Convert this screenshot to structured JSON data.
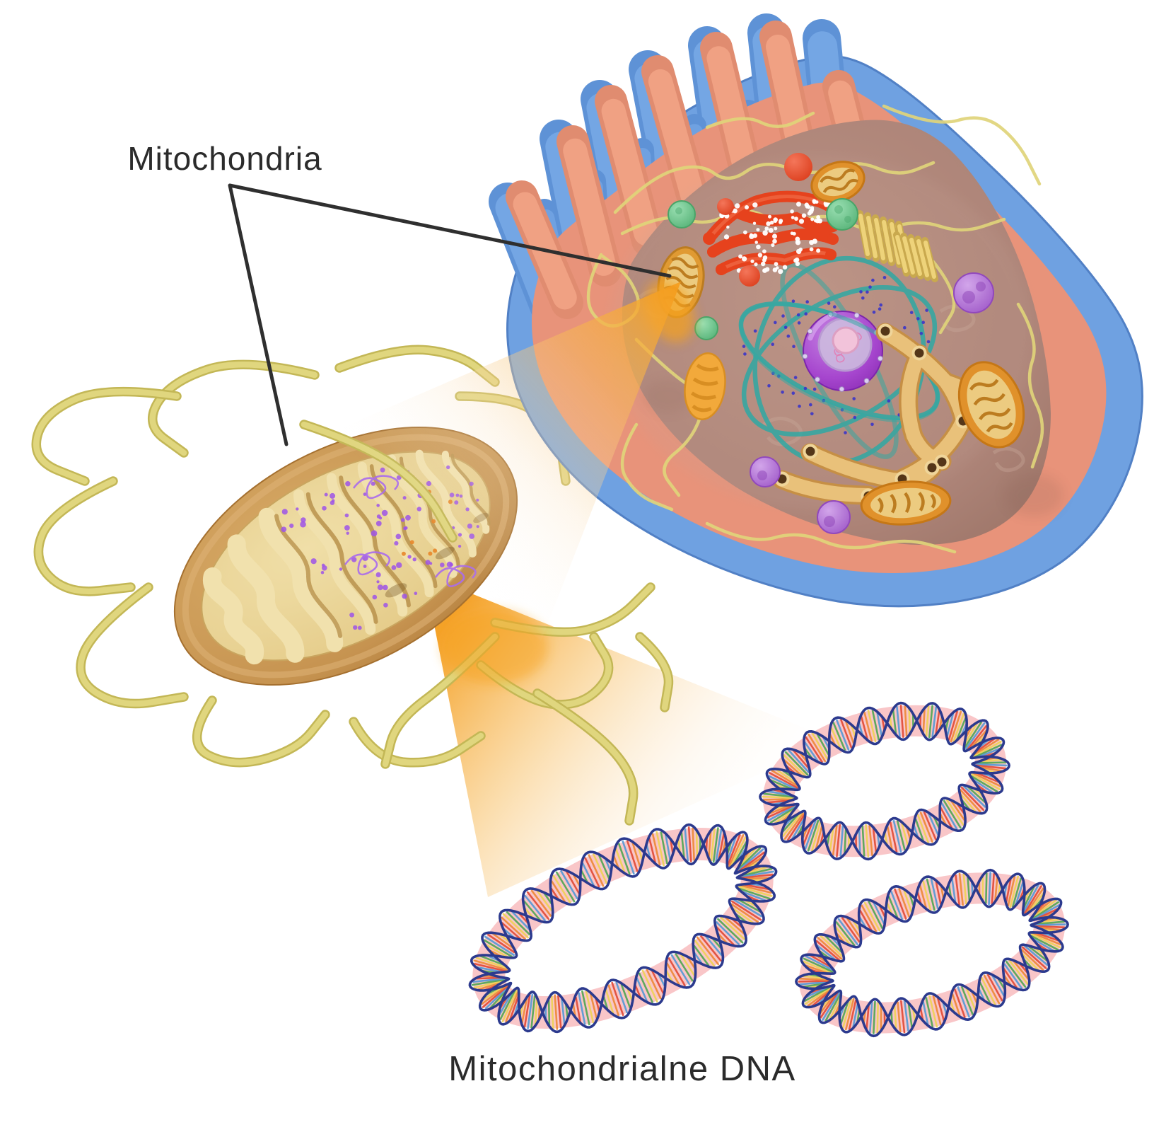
{
  "diagram": {
    "type": "biology-illustration",
    "labels": {
      "mitochondria": "Mitochondria",
      "mitochondrial_dna": "Mitochondrialne DNA"
    },
    "palette": {
      "background": "#FFFFFF",
      "label_text": "#2B2B2B",
      "leader_line": "#2F2F2F",
      "cell_membrane_blue": "#6FA1E1",
      "cell_membrane_blue_dark": "#5E92D6",
      "cytoplasm_salmon": "#E8937A",
      "cytoplasm_core_mauve": "#AD8478",
      "filament_yellow": "#E0D47A",
      "mitochondrion_shell_tan": "#C49050",
      "mitochondrion_matrix_cream": "#EAD694",
      "mito_dna_purple": "#9D54E8",
      "zoom_beam_orange": "#F49D1E",
      "nucleus_purple": "#A646CE",
      "nucleolus_pink": "#F2C3DA",
      "er_magenta": "#C2498F",
      "rough_er_red": "#E6421D",
      "ribosome_white": "#FFFFFF",
      "smooth_er_tan": "#E9C17A",
      "teal_lattice": "#2FA9A4",
      "lysosome_purple": "#BA77DC",
      "peroxisome_green": "#72CE92",
      "organelle_mito_orange": "#E0912B",
      "plasmid_band_pink": "#F9C6C8",
      "dna_strand_navy": "#2C3A8E",
      "dna_rungs": [
        "#E2503C",
        "#EE8C3C",
        "#EFD25A",
        "#57A857",
        "#5B9BD5"
      ]
    },
    "structures": {
      "cell": "animal-cell",
      "organelle": "mitochondrion",
      "genome": "circular-mitochondrial-dna",
      "dna_ring_count": 3
    }
  }
}
